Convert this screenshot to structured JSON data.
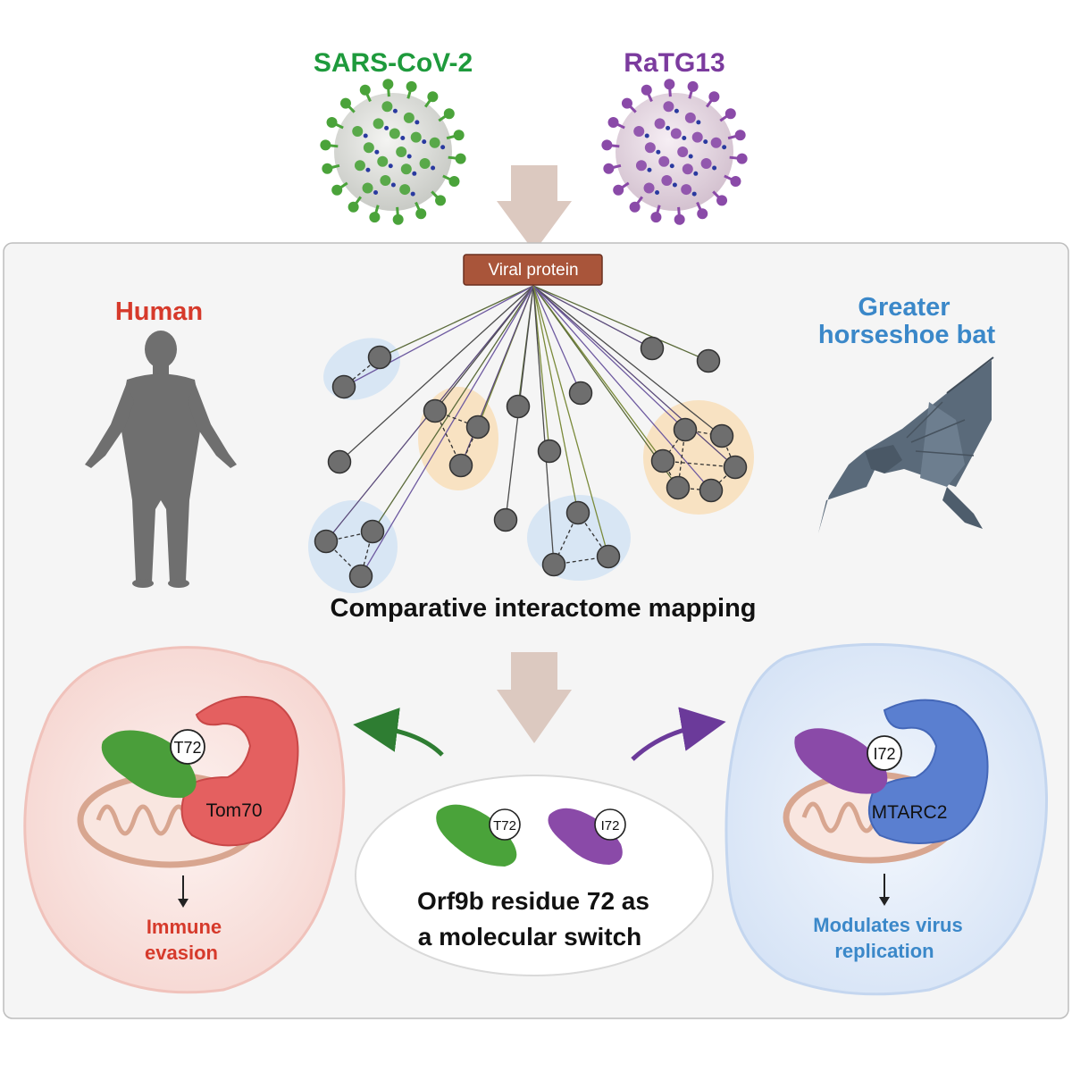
{
  "viruses": {
    "left": {
      "label": "SARS-CoV-2",
      "color": "#1e9a3c"
    },
    "right": {
      "label": "RaTG13",
      "color": "#7b3b9e"
    }
  },
  "viral_protein_label": "Viral protein",
  "hosts": {
    "human": {
      "label": "Human",
      "color": "#d63a2b",
      "icon": "human-silhouette-icon"
    },
    "bat": {
      "label_line1": "Greater",
      "label_line2": "horseshoe bat",
      "color": "#3b88c9",
      "icon": "bat-icon"
    }
  },
  "interactome_caption": "Comparative interactome mapping",
  "left_panel": {
    "residue": "T72",
    "protein": "Tom70",
    "outcome_line1": "Immune",
    "outcome_line2": "evasion",
    "outcome_color": "#d63a2b"
  },
  "right_panel": {
    "residue": "I72",
    "protein": "MTARC2",
    "outcome_line1": "Modulates virus",
    "outcome_line2": "replication",
    "outcome_color": "#3b88c9"
  },
  "center_panel": {
    "residue_left": "T72",
    "residue_right": "I72",
    "caption_line1": "Orf9b residue 72 as",
    "caption_line2": "a molecular switch"
  },
  "colors": {
    "sars_green": "#4aa33a",
    "ratg_purple": "#8a4aa8",
    "tom70_red": "#e05555",
    "mtarc2_blue": "#5a7fd0",
    "node_gray": "#6e6e6e",
    "arrow_beige": "#dcc9c0",
    "protein_box": "#a9553a"
  }
}
